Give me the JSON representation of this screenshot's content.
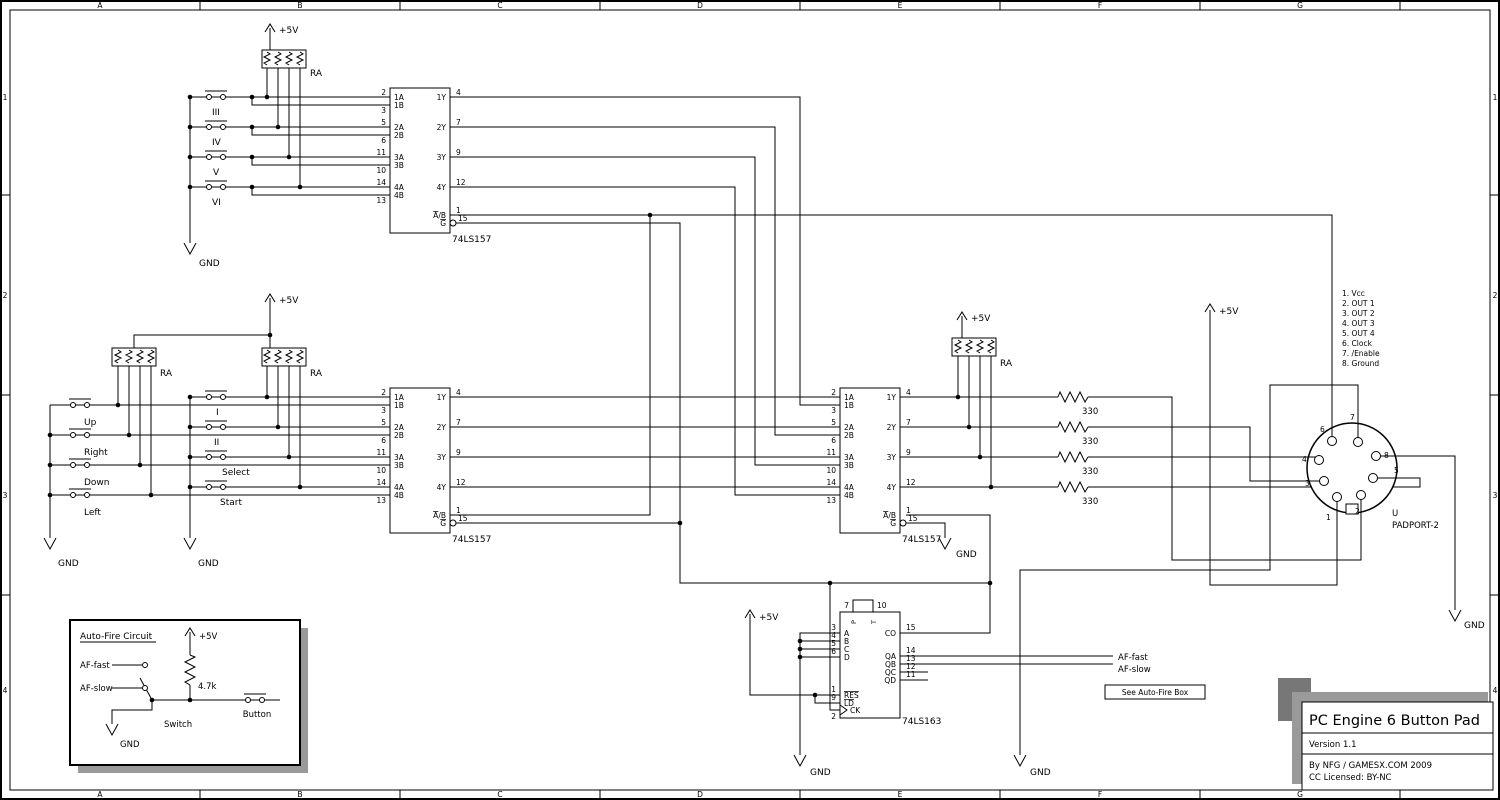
{
  "border": {
    "cols": [
      "A",
      "B",
      "C",
      "D",
      "E",
      "F",
      "G"
    ],
    "rows": [
      "1",
      "2",
      "3",
      "4"
    ]
  },
  "labels": {
    "vcc": "+5V",
    "gnd": "GND",
    "ra": "RA"
  },
  "buttons": {
    "top": [
      "III",
      "IV",
      "V",
      "VI"
    ],
    "dpad": [
      "Up",
      "Right",
      "Down",
      "Left"
    ],
    "face": [
      "I",
      "II",
      "Select",
      "Start"
    ]
  },
  "ls157": {
    "name": "74LS157",
    "in_a": [
      "1A",
      "2A",
      "3A",
      "4A"
    ],
    "in_b": [
      "1B",
      "2B",
      "3B",
      "4B"
    ],
    "out": [
      "1Y",
      "2Y",
      "3Y",
      "4Y"
    ],
    "pins_a": [
      "2",
      "5",
      "11",
      "14"
    ],
    "pins_b": [
      "3",
      "6",
      "10",
      "13"
    ],
    "pins_y": [
      "4",
      "7",
      "9",
      "12"
    ],
    "sel_a": "A",
    "sel_b": "/B",
    "sel_pin": "1",
    "gate": "G",
    "gate_pin": "15"
  },
  "ls163": {
    "name": "74LS163",
    "inputs": [
      "A",
      "B",
      "C",
      "D"
    ],
    "input_pins": [
      "3",
      "4",
      "5",
      "6"
    ],
    "res": "RES",
    "res_pin": "1",
    "ld": "LD",
    "ld_pin": "9",
    "ck": "CK",
    "ck_pin": "2",
    "co": "CO",
    "co_pin": "15",
    "q": [
      "QA",
      "QB",
      "QC",
      "QD"
    ],
    "q_pins": [
      "14",
      "13",
      "12",
      "11"
    ],
    "en_pins": [
      "7",
      "10"
    ],
    "en_labels": [
      "P",
      "T"
    ]
  },
  "resistors": {
    "r330": "330",
    "r47k": "4.7k"
  },
  "connector": {
    "ref": "U",
    "name": "PADPORT-2",
    "pins": [
      "1",
      "2",
      "3",
      "4",
      "5",
      "6",
      "7",
      "8"
    ],
    "pinout": [
      "1. Vcc",
      "2. OUT 1",
      "3. OUT 2",
      "4. OUT 3",
      "5. OUT 4",
      "6. Clock",
      "7. /Enable",
      "8. Ground"
    ]
  },
  "autofire": {
    "fast": "AF-fast",
    "slow": "AF-slow",
    "see": "See Auto-Fire Box",
    "box_title": "Auto-Fire Circuit",
    "switch": "Switch",
    "button": "Button"
  },
  "titleblock": {
    "title": "PC Engine 6 Button Pad",
    "version": "Version 1.1",
    "credit": "By NFG / GAMESX.COM 2009",
    "license": "CC Licensed: BY-NC"
  }
}
